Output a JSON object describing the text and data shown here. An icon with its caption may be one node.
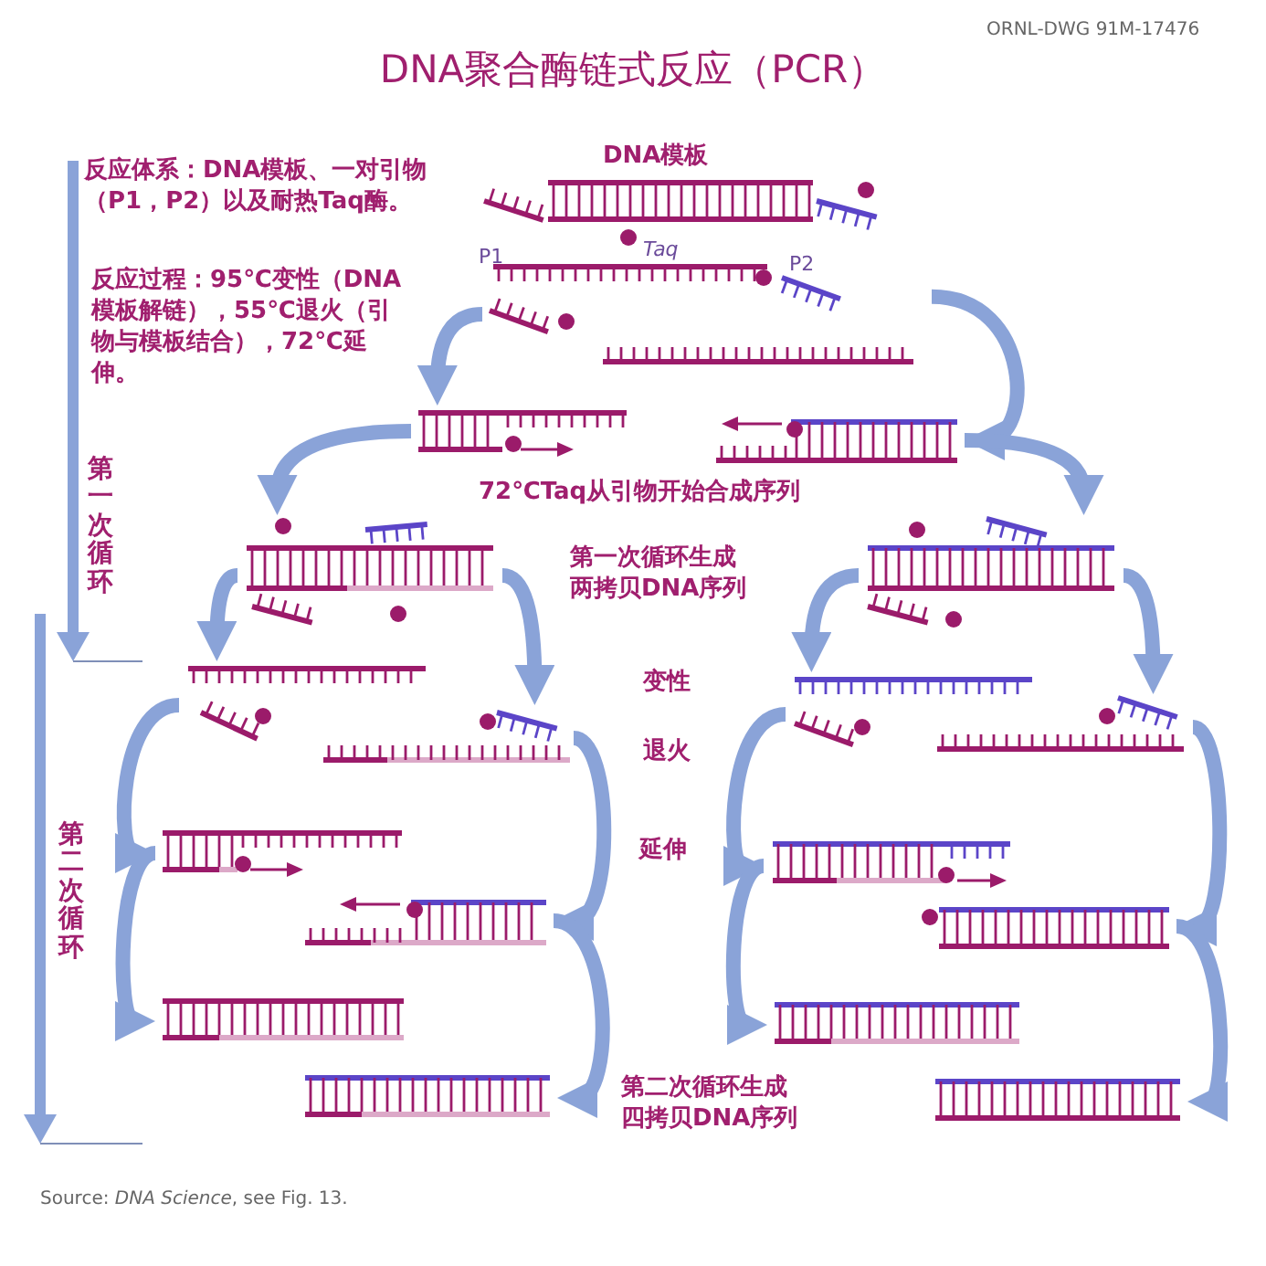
{
  "diagram": {
    "title": "DNA聚合酶链式反应（PCR）",
    "nodes": [
      {
        "text": [],
        "shape": "picture",
        "beside": [
          "DNA模板",
          "P1",
          "Taq",
          "P2"
        ]
      },
      {
        "text": [],
        "shape": "picture"
      },
      {
        "text": [],
        "shape": "picture"
      },
      {
        "text": [],
        "shape": "picture"
      },
      {
        "text": [],
        "shape": "picture"
      },
      {
        "text": [],
        "shape": "picture"
      },
      {
        "text": [],
        "shape": "picture"
      },
      {
        "text": [],
        "shape": "picture"
      },
      {
        "text": [],
        "shape": "picture"
      },
      {
        "text": [],
        "shape": "picture"
      },
      {
        "text": [],
        "shape": "picture"
      },
      {
        "text": [],
        "shape": "picture"
      },
      {
        "text": [],
        "shape": "picture"
      },
      {
        "text": [],
        "shape": "picture"
      },
      {
        "text": [],
        "shape": "picture"
      },
      {
        "text": [],
        "shape": "picture"
      },
      {
        "text": [],
        "shape": "picture"
      },
      {
        "text": [],
        "shape": "picture"
      }
    ],
    "edges": [
      {
        "from": 1,
        "to": 2,
        "arrow": "to"
      },
      {
        "from": 1,
        "to": 3,
        "arrow": "to"
      },
      {
        "from": 2,
        "to": 4,
        "arrow": "to"
      },
      {
        "from": 3,
        "to": 5,
        "arrow": "to"
      },
      {
        "from": 4,
        "to": 6,
        "arrow": "to"
      },
      {
        "from": 4,
        "to": 7,
        "arrow": "to"
      },
      {
        "from": 6,
        "to": 8,
        "arrow": "to"
      },
      {
        "from": 7,
        "to": 9,
        "arrow": "to"
      },
      {
        "from": 8,
        "to": 10,
        "arrow": "to"
      },
      {
        "from": 9,
        "to": 11,
        "arrow": "to"
      },
      {
        "from": 5,
        "to": 12,
        "arrow": "to"
      },
      {
        "from": 5,
        "to": 13,
        "arrow": "to"
      },
      {
        "from": 12,
        "to": 14,
        "arrow": "to"
      },
      {
        "from": 13,
        "to": 15,
        "arrow": "to"
      },
      {
        "from": 14,
        "to": 16,
        "arrow": "to"
      },
      {
        "from": 15,
        "to": 17,
        "arrow": "to"
      }
    ],
    "labels": [
      "ORNL-DWG 91M-17476",
      "反应体系：DNA模板、一对引物（P1，P2）以及耐热Taq酶。",
      "反应过程：95℃变性（DNA模板解链），55℃退火（引物与模板结合），72℃延伸。",
      "第一次循环",
      "72℃Taq从引物开始合成序列",
      "第一次循环生成两拷贝DNA序列",
      "变性",
      "退火",
      "第二次循环",
      "延伸",
      "第二次循环生成四拷贝DNA序列",
      "Source: *DNA Science*, see Fig. 13."
    ]
  }
}
